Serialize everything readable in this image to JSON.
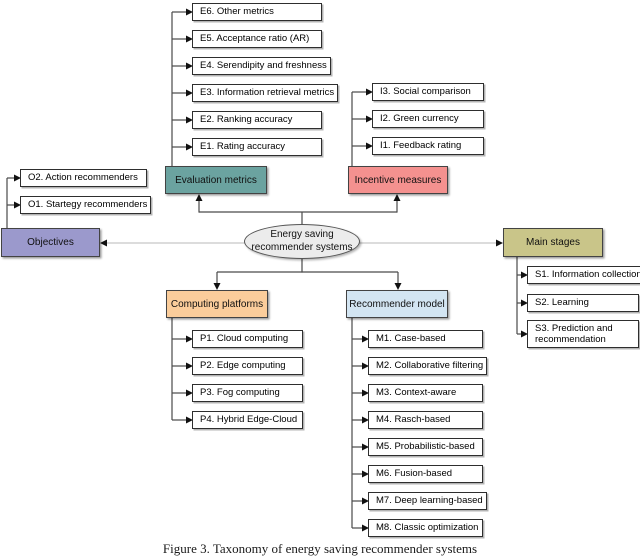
{
  "caption": "Figure 3. Taxonomy of energy saving recommender systems",
  "root": {
    "label": "Energy saving recommender systems"
  },
  "colors": {
    "evaluation": "#6BA3A0",
    "incentive": "#F4918F",
    "objectives": "#9B99CC",
    "stages": "#C9C589",
    "platforms": "#FBCD9B",
    "model": "#D3E5F2",
    "node_fill": "#ECECEC",
    "tree_line": "#4a4a4a",
    "link_line": "#c6c6c6",
    "arrow": "#111111"
  },
  "branches": {
    "evaluation": {
      "label": "Evaluation metrics",
      "items": [
        "E6. Other metrics",
        "E5. Acceptance ratio (AR)",
        "E4. Serendipity and freshness",
        "E3. Information retrieval metrics",
        "E2. Ranking accuracy",
        "E1. Rating accuracy"
      ]
    },
    "incentive": {
      "label": "Incentive measures",
      "items": [
        "I3. Social comparison",
        "I2. Green currency",
        "I1. Feedback rating"
      ]
    },
    "objectives": {
      "label": "Objectives",
      "items": [
        "O2. Action recommenders",
        "O1. Startegy recommenders"
      ]
    },
    "stages": {
      "label": "Main stages",
      "items": [
        "S1. Information collection",
        "S2. Learning",
        "S3. Prediction and recommendation"
      ]
    },
    "platforms": {
      "label": "Computing platforms",
      "items": [
        "P1. Cloud computing",
        "P2. Edge computing",
        "P3. Fog computing",
        "P4. Hybrid Edge-Cloud"
      ]
    },
    "model": {
      "label": "Recommender model",
      "items": [
        "M1. Case-based",
        "M2. Collaborative filtering",
        "M3. Context-aware",
        "M4. Rasch-based",
        "M5. Probabilistic-based",
        "M6. Fusion-based",
        "M7. Deep learning-based",
        "M8. Classic optimization"
      ]
    }
  }
}
